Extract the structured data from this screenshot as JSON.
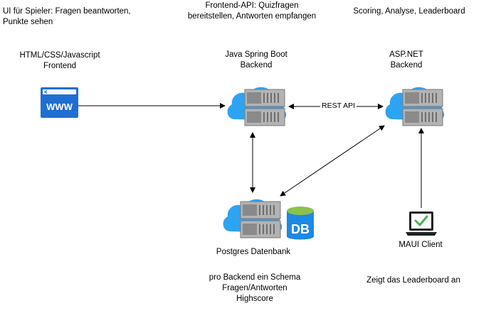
{
  "annotations": {
    "ui_note_line1": "UI für Spieler: Fragen beantworten,",
    "ui_note_line2": "Punkte sehen",
    "frontend_api_line1": "Frontend-API: Quizfragen",
    "frontend_api_line2": "bereitstellen, Antworten empfangen",
    "scoring_note": "Scoring, Analyse, Leaderboard",
    "schema_line1": "pro Backend ein Schema",
    "schema_line2": "Fragen/Antworten",
    "schema_line3": "Highscore",
    "leaderboard_note": "Zeigt das Leaderboard an"
  },
  "nodes": {
    "frontend": {
      "label_line1": "HTML/CSS/Javascript",
      "label_line2": "Frontend",
      "icon": "browser-www-icon",
      "icon_text": "WWW"
    },
    "spring": {
      "label_line1": "Java Spring Boot",
      "label_line2": "Backend",
      "icon": "cloud-server-icon"
    },
    "aspnet": {
      "label_line1": "ASP.NET",
      "label_line2": "Backend",
      "icon": "cloud-server-icon"
    },
    "postgres": {
      "label": "Postgres Datenbank",
      "icon": "cloud-server-icon",
      "db_icon_text": "DB"
    },
    "maui": {
      "label": "MAUI Client",
      "icon": "laptop-check-icon"
    }
  },
  "edges": {
    "rest_api_label": "REST API"
  },
  "colors": {
    "cloud": "#2ea3f2",
    "server_body": "#b3b3b3",
    "server_dark": "#6f6f6f",
    "db_green": "#8bc34a",
    "db_blue": "#1e88e5",
    "laptop": "#222222",
    "check": "#4caf50",
    "browser_blue": "#1e6fd1"
  }
}
